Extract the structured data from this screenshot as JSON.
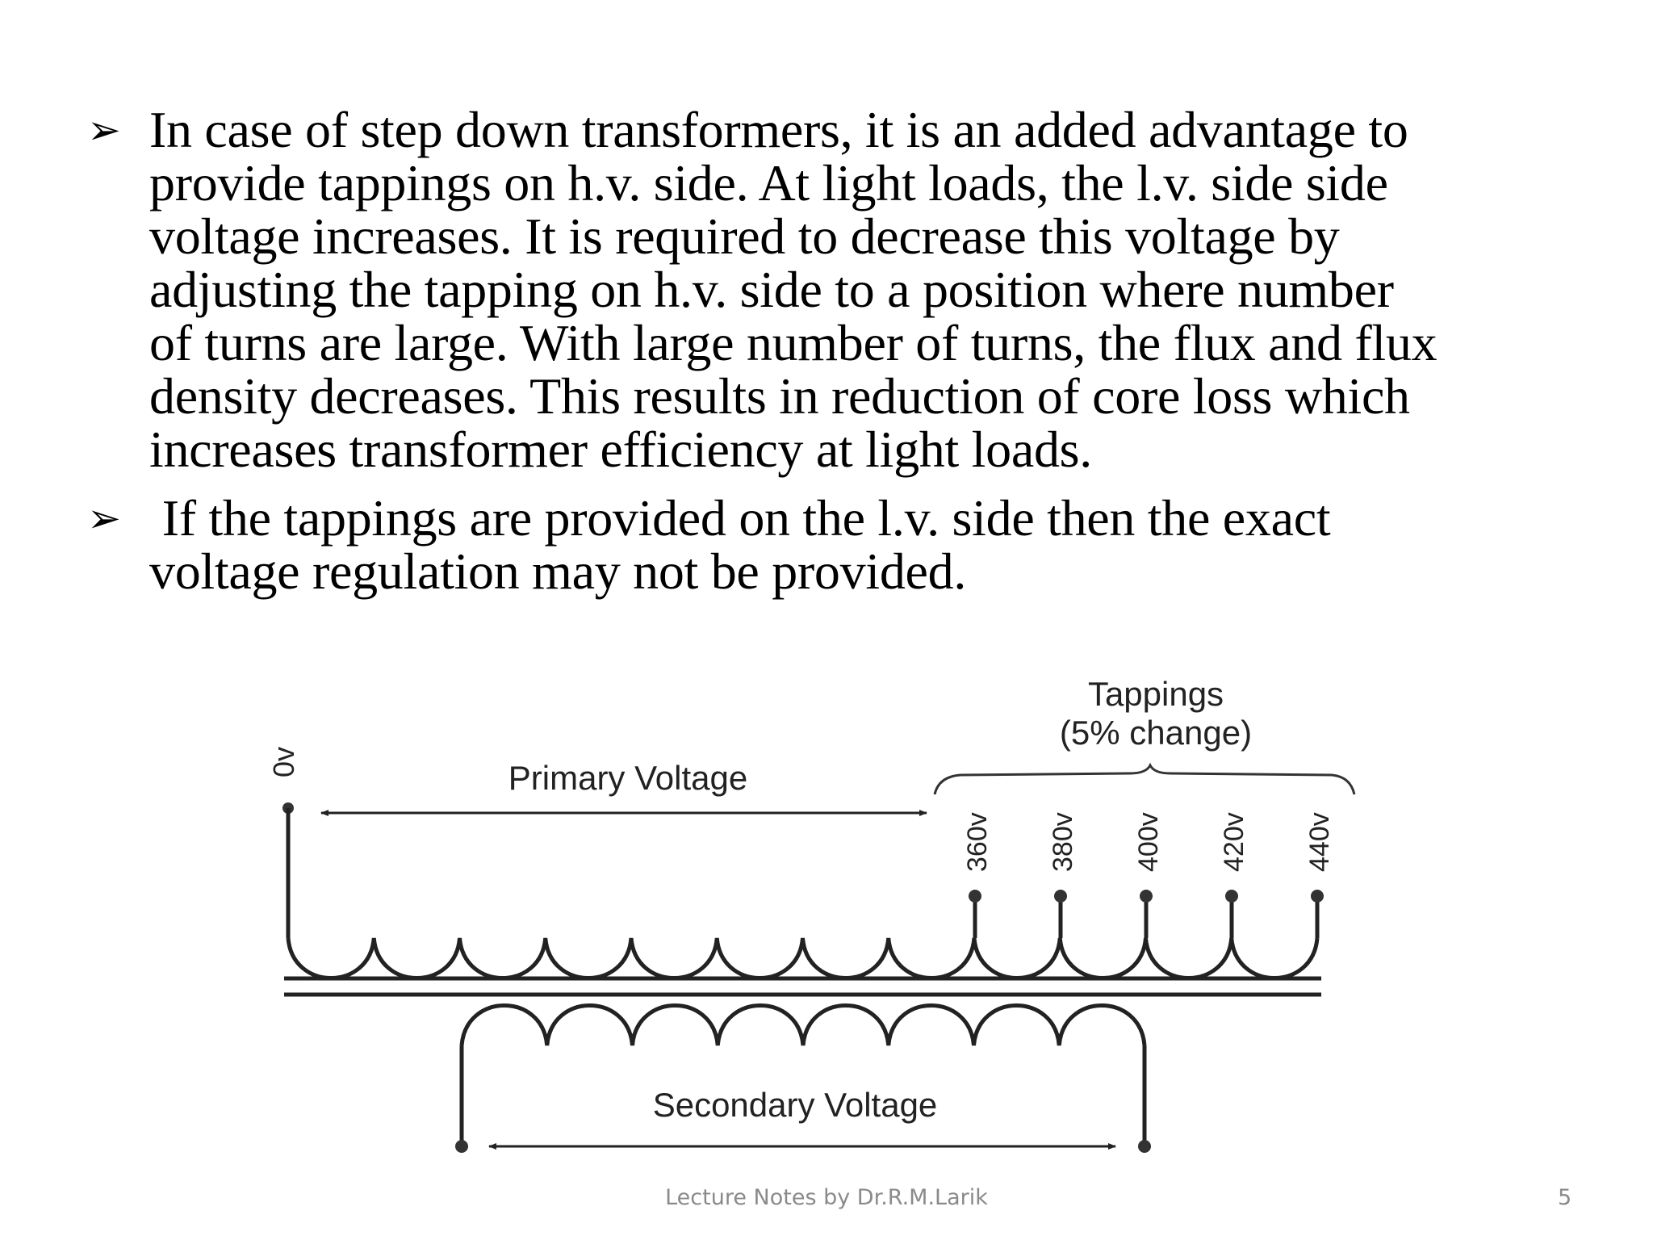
{
  "bullets": [
    {
      "symbol": "➢",
      "lines": [
        "In case of step down transformers, it is an added advantage to",
        "provide tappings on h.v. side. At light loads, the l.v. side side",
        "voltage increases. It is required to decrease this voltage by",
        "adjusting the tapping on h.v. side to a position where number",
        "of turns are large. With large number of turns, the flux and flux",
        "density decreases. This results in reduction of core loss which",
        "increases transformer efficiency at light loads."
      ]
    },
    {
      "symbol": "➢",
      "lines": [
        " If the tappings are provided on the l.v. side then the exact",
        "voltage regulation may not be provided."
      ]
    }
  ],
  "diagram": {
    "tappings_title": "Tappings",
    "tappings_subtitle": "(5% change)",
    "zero_label": "0v",
    "primary_label": "Primary Voltage",
    "secondary_label": "Secondary Voltage",
    "taps": [
      "360v",
      "380v",
      "400v",
      "420v",
      "440v"
    ]
  },
  "footer": {
    "text": "Lecture Notes by Dr.R.M.Larik",
    "page_number": "5"
  }
}
